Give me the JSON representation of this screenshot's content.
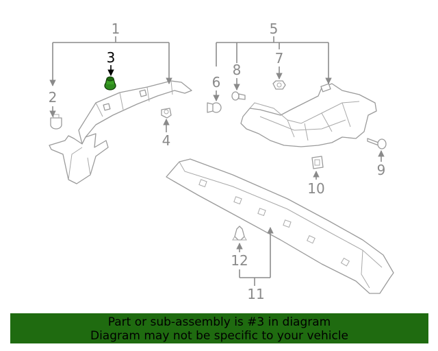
{
  "callouts": {
    "c1": "1",
    "c2": "2",
    "c3": "3",
    "c4": "4",
    "c5": "5",
    "c6": "6",
    "c7": "7",
    "c8": "8",
    "c9": "9",
    "c10": "10",
    "c11": "11",
    "c12": "12"
  },
  "highlighted_part": "3",
  "colors": {
    "banner_bg": "#1f6b10",
    "highlight_part": "#2e8b1e",
    "line_art": "#8a8a8a"
  },
  "banner": {
    "line1": "Part or sub-assembly is #3 in diagram",
    "line2": "Diagram may not be specific to your vehicle"
  }
}
